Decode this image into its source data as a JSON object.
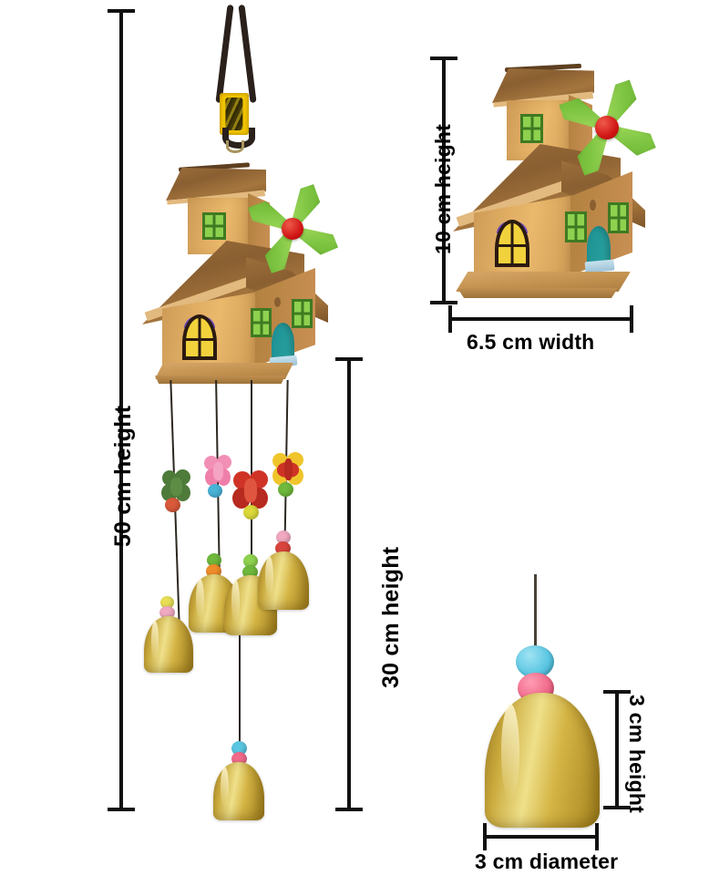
{
  "product": {
    "name": "wooden-windmill-house-wind-chime",
    "description": "Hanging wooden house wind chime with windmill, butterfly charms and brass bells"
  },
  "dimensions": {
    "total_height": "50 cm height",
    "chime_drop_height": "30 cm height",
    "house_height": "10 cm height",
    "house_width": "6.5 cm width",
    "bell_height": "3 cm height",
    "bell_diameter": "3 cm diameter"
  },
  "colors": {
    "line": "#111111",
    "background": "#ffffff",
    "wood_wall": "#e0ad63",
    "wood_roof": "#8a5f31",
    "blade_green": "#7dc441",
    "hub_red": "#cf1414",
    "window_green": "#8ed14f",
    "window_yellow": "#f2d23c",
    "door_teal": "#2aa6a4",
    "step_blue": "#c9e2ee",
    "brass": "#d4b444",
    "cord_dark": "#2a211c",
    "cord_band_yellow": "#f2c500"
  },
  "main_view": {
    "label": "main-wind-chime-hanging-view",
    "charms": [
      {
        "name": "charm-butterfly-green",
        "color": "#4e7a3a",
        "bead": "#d9593a"
      },
      {
        "name": "charm-butterfly-pink",
        "color": "#f28fb5",
        "bead": "#49b3d8"
      },
      {
        "name": "charm-butterfly-red",
        "color": "#cf3326",
        "bead": "#dbd83a"
      },
      {
        "name": "charm-butterfly-yellow",
        "color": "#f0c52c",
        "bead": "#6fb83c"
      }
    ],
    "bells": [
      {
        "name": "bell-1",
        "beads": [
          "#e8df56",
          "#f0a9c0"
        ]
      },
      {
        "name": "bell-2",
        "beads": [
          "#6fb83c",
          "#ef8c2a"
        ]
      },
      {
        "name": "bell-3",
        "beads": [
          "#f0a9c0",
          "#d9453c"
        ]
      },
      {
        "name": "bell-4",
        "beads": [
          "#8ed14f",
          "#6fb83c"
        ]
      },
      {
        "name": "bell-bottom",
        "beads": [
          "#5bc6e2",
          "#f06a8a"
        ]
      }
    ]
  },
  "detail_house_view": {
    "label": "house-detail-view"
  },
  "detail_bell_view": {
    "label": "bell-detail-view",
    "beads": [
      "#5bc6e2",
      "#f06a8a"
    ]
  }
}
